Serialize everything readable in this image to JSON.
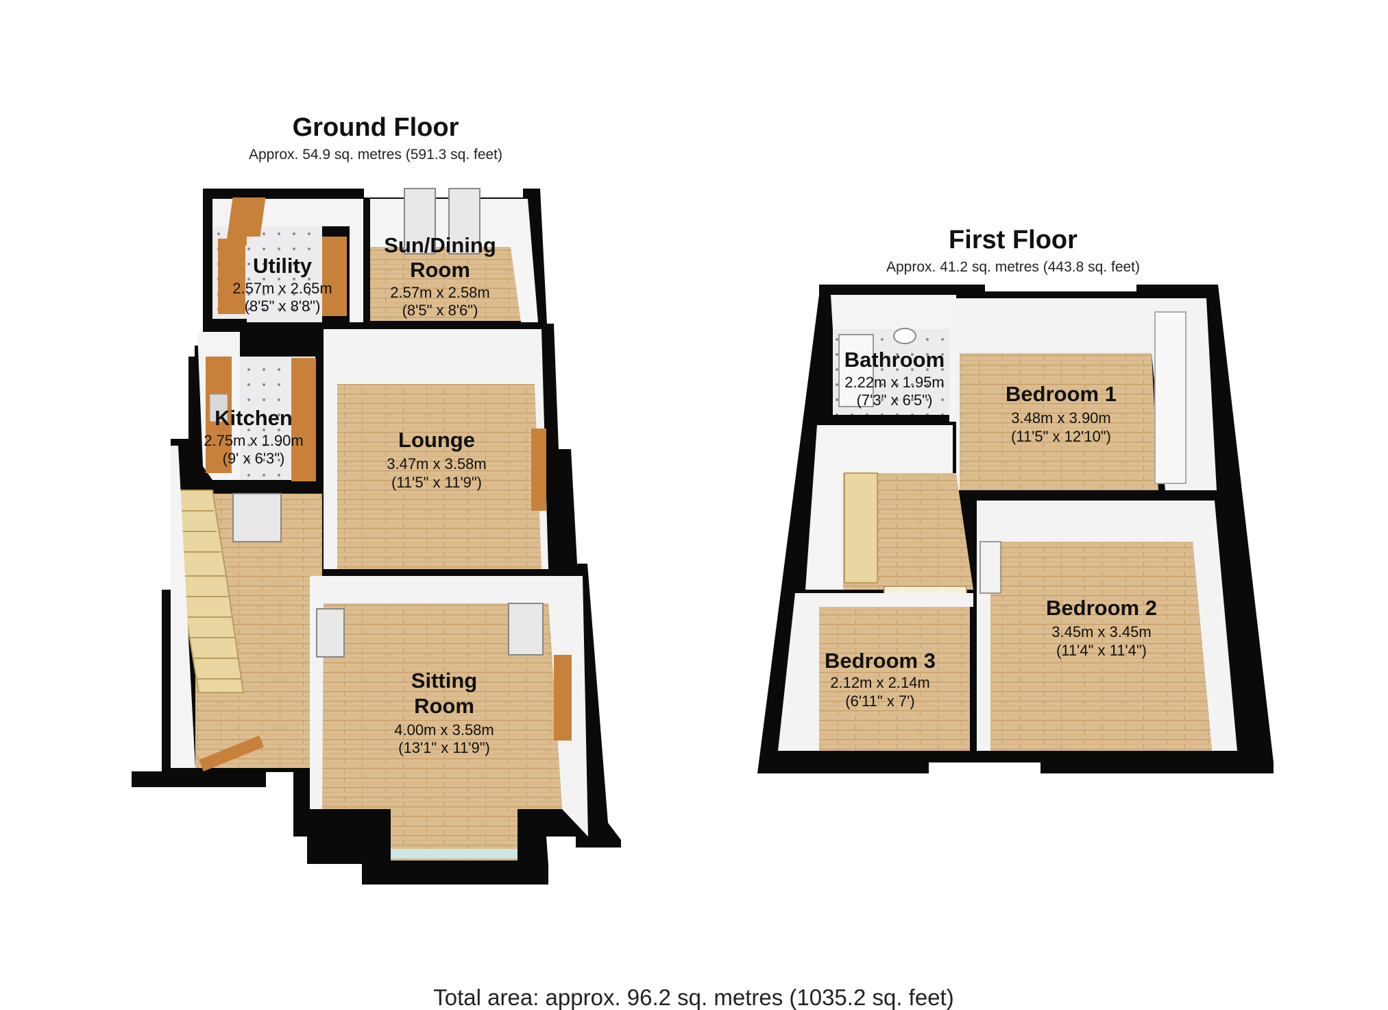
{
  "ground_floor": {
    "title": "Ground Floor",
    "area": "Approx.  54.9 sq. metres (591.3 sq. feet)",
    "rooms": {
      "utility": {
        "name": "Utility",
        "metric": "2.57m x 2.65m",
        "imperial": "(8'5\" x 8'8\")"
      },
      "sun_dining": {
        "name_line1": "Sun/Dining",
        "name_line2": "Room",
        "metric": "2.57m x 2.58m",
        "imperial": "(8'5\" x 8'6\")"
      },
      "kitchen": {
        "name": "Kitchen",
        "metric": "2.75m x 1.90m",
        "imperial": "(9' x 6'3\")"
      },
      "lounge": {
        "name": "Lounge",
        "metric": "3.47m x 3.58m",
        "imperial": "(11'5\" x 11'9\")"
      },
      "sitting": {
        "name_line1": "Sitting",
        "name_line2": "Room",
        "metric": "4.00m x 3.58m",
        "imperial": "(13'1\" x 11'9\")"
      }
    }
  },
  "first_floor": {
    "title": "First Floor",
    "area": "Approx.  41.2 sq. metres (443.8 sq. feet)",
    "rooms": {
      "bathroom": {
        "name": "Bathroom",
        "metric": "2.22m x 1.95m",
        "imperial": "(7'3\" x 6'5\")"
      },
      "bedroom1": {
        "name": "Bedroom 1",
        "metric": "3.48m x 3.90m",
        "imperial": "(11'5\" x 12'10\")"
      },
      "bedroom2": {
        "name": "Bedroom 2",
        "metric": "3.45m x 3.45m",
        "imperial": "(11'4\" x 11'4\")"
      },
      "bedroom3": {
        "name": "Bedroom 3",
        "metric": "2.12m x 2.14m",
        "imperial": "(6'11\" x 7')"
      }
    }
  },
  "total_area": "Total area: approx.  96.2 sq. metres (1035.2 sq. feet)",
  "colors": {
    "wall": "#0a0a0a",
    "floor_wood": "#d9b98a",
    "floor_wood_dark": "#c9a16a",
    "inner_wall": "#f2f2f2",
    "tile": "#e8e8ea",
    "cabinet": "#c8813a"
  }
}
